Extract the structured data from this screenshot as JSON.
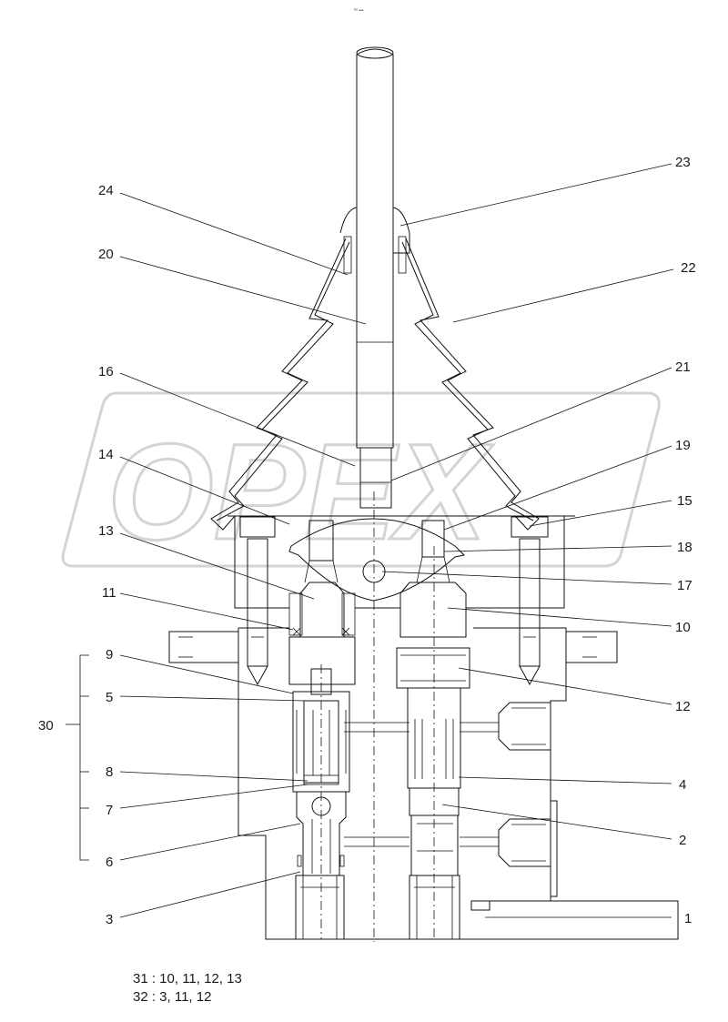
{
  "header_mark": "™ •••",
  "watermark": "OPEX",
  "callouts": [
    "1",
    "2",
    "3",
    "4",
    "5",
    "6",
    "7",
    "8",
    "9",
    "10",
    "11",
    "12",
    "13",
    "14",
    "15",
    "16",
    "17",
    "18",
    "19",
    "20",
    "21",
    "22",
    "23",
    "24"
  ],
  "group_label": "30",
  "notes": [
    "31 : 10, 11, 12, 13",
    "32 : 3, 11, 12"
  ]
}
